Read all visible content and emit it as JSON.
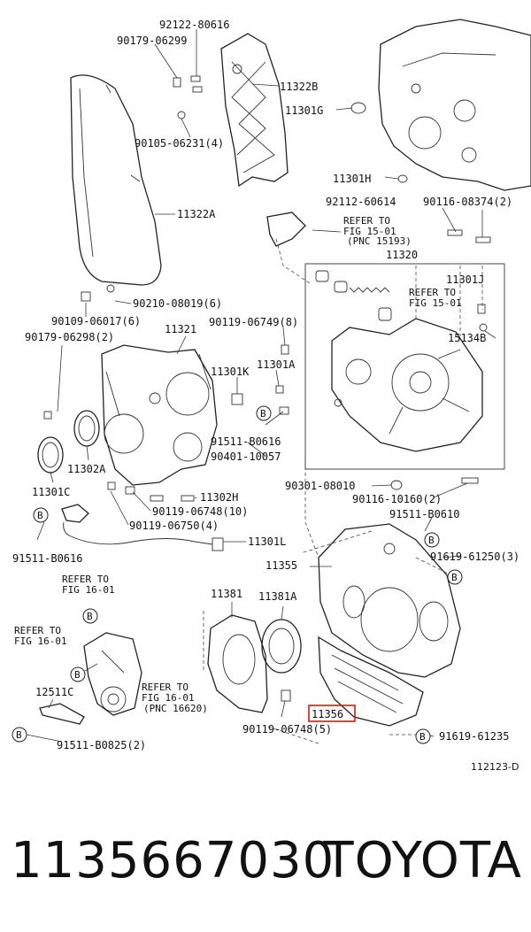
{
  "labels": [
    {
      "id": "p92122",
      "text": "92122-80616"
    },
    {
      "id": "p90179a",
      "text": "90179-06299"
    },
    {
      "id": "p11322B",
      "text": "11322B"
    },
    {
      "id": "p11301G",
      "text": "11301G"
    },
    {
      "id": "p90105",
      "text": "90105-06231(4)"
    },
    {
      "id": "p11301H",
      "text": "11301H"
    },
    {
      "id": "p11322A",
      "text": "11322A"
    },
    {
      "id": "p92112",
      "text": "92112-60614"
    },
    {
      "id": "p90116a",
      "text": "90116-08374(2)"
    },
    {
      "id": "refer1",
      "text": "REFER TO"
    },
    {
      "id": "refer1b",
      "text": "FIG 15-01"
    },
    {
      "id": "refer1c",
      "text": "(PNC 15193)"
    },
    {
      "id": "p11320",
      "text": "11320"
    },
    {
      "id": "p11301J",
      "text": "11301J"
    },
    {
      "id": "refer2",
      "text": "REFER TO"
    },
    {
      "id": "refer2b",
      "text": "FIG 15-01"
    },
    {
      "id": "p90210",
      "text": "90210-08019(6)"
    },
    {
      "id": "p90109",
      "text": "90109-06017(6)"
    },
    {
      "id": "p90119a",
      "text": "90119-06749(8)"
    },
    {
      "id": "p15134B",
      "text": "15134B"
    },
    {
      "id": "p90179b",
      "text": "90179-06298(2)"
    },
    {
      "id": "p11321",
      "text": "11321"
    },
    {
      "id": "p11301A",
      "text": "11301A"
    },
    {
      "id": "p11301K",
      "text": "11301K"
    },
    {
      "id": "p91511a",
      "text": "91511-B0616"
    },
    {
      "id": "p90401",
      "text": "90401-10057"
    },
    {
      "id": "p11302A",
      "text": "11302A"
    },
    {
      "id": "p11301C",
      "text": "11301C"
    },
    {
      "id": "p11302H",
      "text": "11302H"
    },
    {
      "id": "p90301",
      "text": "90301-08010"
    },
    {
      "id": "p90116b",
      "text": "90116-10160(2)"
    },
    {
      "id": "p90119b",
      "text": "90119-06748(10)"
    },
    {
      "id": "p90119c",
      "text": "90119-06750(4)"
    },
    {
      "id": "p91511b",
      "text": "91511-B0610"
    },
    {
      "id": "p11301L",
      "text": "11301L"
    },
    {
      "id": "p91511c",
      "text": "91511-B0616"
    },
    {
      "id": "p11355",
      "text": "11355"
    },
    {
      "id": "p91619a",
      "text": "91619-61250(3)"
    },
    {
      "id": "refer3",
      "text": "REFER TO"
    },
    {
      "id": "refer3b",
      "text": "FIG 16-01"
    },
    {
      "id": "p11381",
      "text": "11381"
    },
    {
      "id": "p11381A",
      "text": "11381A"
    },
    {
      "id": "refer4",
      "text": "REFER TO"
    },
    {
      "id": "refer4b",
      "text": "FIG 16-01"
    },
    {
      "id": "p12511C",
      "text": "12511C"
    },
    {
      "id": "refer5",
      "text": "REFER TO"
    },
    {
      "id": "refer5b",
      "text": "FIG 16-01"
    },
    {
      "id": "refer5c",
      "text": "(PNC 16620)"
    },
    {
      "id": "p11356",
      "text": "11356"
    },
    {
      "id": "p90119d",
      "text": "90119-06748(5)"
    },
    {
      "id": "p91511d",
      "text": "91511-B0825(2)"
    },
    {
      "id": "p91619b",
      "text": "91619-61235"
    },
    {
      "id": "diagram_id",
      "text": "112123-D"
    }
  ],
  "callout_letter": "B",
  "highlight_color": "#d11a1a",
  "footer": {
    "part_number": "1135667030",
    "brand": "TOYOTA"
  }
}
